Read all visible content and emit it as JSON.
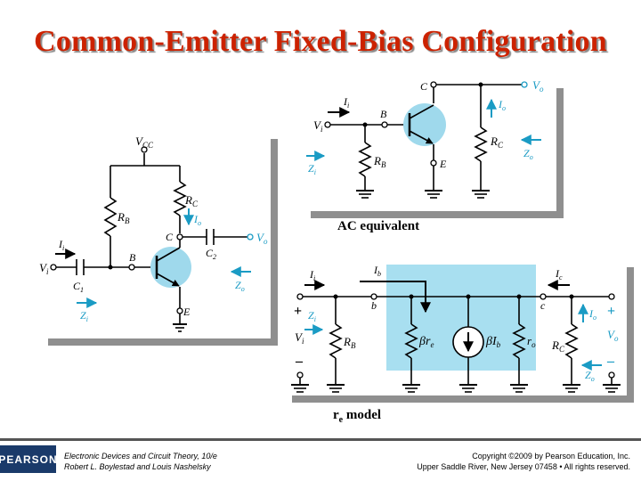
{
  "title": "Common-Emitter Fixed-Bias Configuration",
  "captions": {
    "ac_equivalent": "AC equivalent",
    "re_model_r": "r",
    "re_model_sub": "e",
    "re_model_rest": " model"
  },
  "fixed_bias_circuit": {
    "vcc_main": "V",
    "vcc_sub": "CC",
    "rb_main": "R",
    "rb_sub": "B",
    "rc_main": "R",
    "rc_sub": "C",
    "io_main": "I",
    "io_sub": "o",
    "c_label": "C",
    "c2_main": "C",
    "c2_sub": "2",
    "vo_main": "V",
    "vo_sub": "o",
    "ii_main": "I",
    "ii_sub": "i",
    "vi_main": "V",
    "vi_sub": "i",
    "c1_main": "C",
    "c1_sub": "1",
    "b_label": "B",
    "zi_main": "Z",
    "zi_sub": "i",
    "zo_main": "Z",
    "zo_sub": "o",
    "e_label": "E"
  },
  "ac_circuit": {
    "c_label": "C",
    "vo_main": "V",
    "vo_sub": "o",
    "ii_main": "I",
    "ii_sub": "i",
    "b_label": "B",
    "io_main": "I",
    "io_sub": "o",
    "vi_main": "V",
    "vi_sub": "i",
    "rc_main": "R",
    "rc_sub": "C",
    "zo_main": "Z",
    "zo_sub": "o",
    "zi_main": "Z",
    "zi_sub": "i",
    "rb_main": "R",
    "rb_sub": "B",
    "e_label": "E"
  },
  "re_circuit": {
    "ii_main": "I",
    "ii_sub": "i",
    "ib_main": "I",
    "ib_sub": "b",
    "ic_main": "I",
    "ic_sub": "c",
    "plus": "+",
    "minus": "–",
    "b_label": "b",
    "c_label": "c",
    "zi_main": "Z",
    "zi_sub": "i",
    "vi_main": "V",
    "vi_sub": "i",
    "rb_main": "R",
    "rb_sub": "B",
    "bre_beta": "β",
    "bre_main": "r",
    "bre_sub": "e",
    "bib_beta": "β",
    "bib_main": "I",
    "bib_sub": "b",
    "ro_main": "r",
    "ro_sub": "o",
    "rc_main": "R",
    "rc_sub": "C",
    "io_main": "I",
    "io_sub": "o",
    "vo_main": "V",
    "vo_sub": "o",
    "zo_main": "Z",
    "zo_sub": "o"
  },
  "footer": {
    "logo": "PEARSON",
    "book_line1": "Electronic Devices and Circuit Theory, 10/e",
    "book_line2": "Robert L. Boylestad and Louis Nashelsky",
    "copyright_line1": "Copyright ©2009 by Pearson Education, Inc.",
    "copyright_line2": "Upper Saddle River, New Jersey 07458 • All rights reserved."
  },
  "colors": {
    "title": "#cc2200",
    "accent_cyan": "#1a9bc4",
    "transistor_fill": "#9fd9ec",
    "model_box": "#a8dff0"
  }
}
